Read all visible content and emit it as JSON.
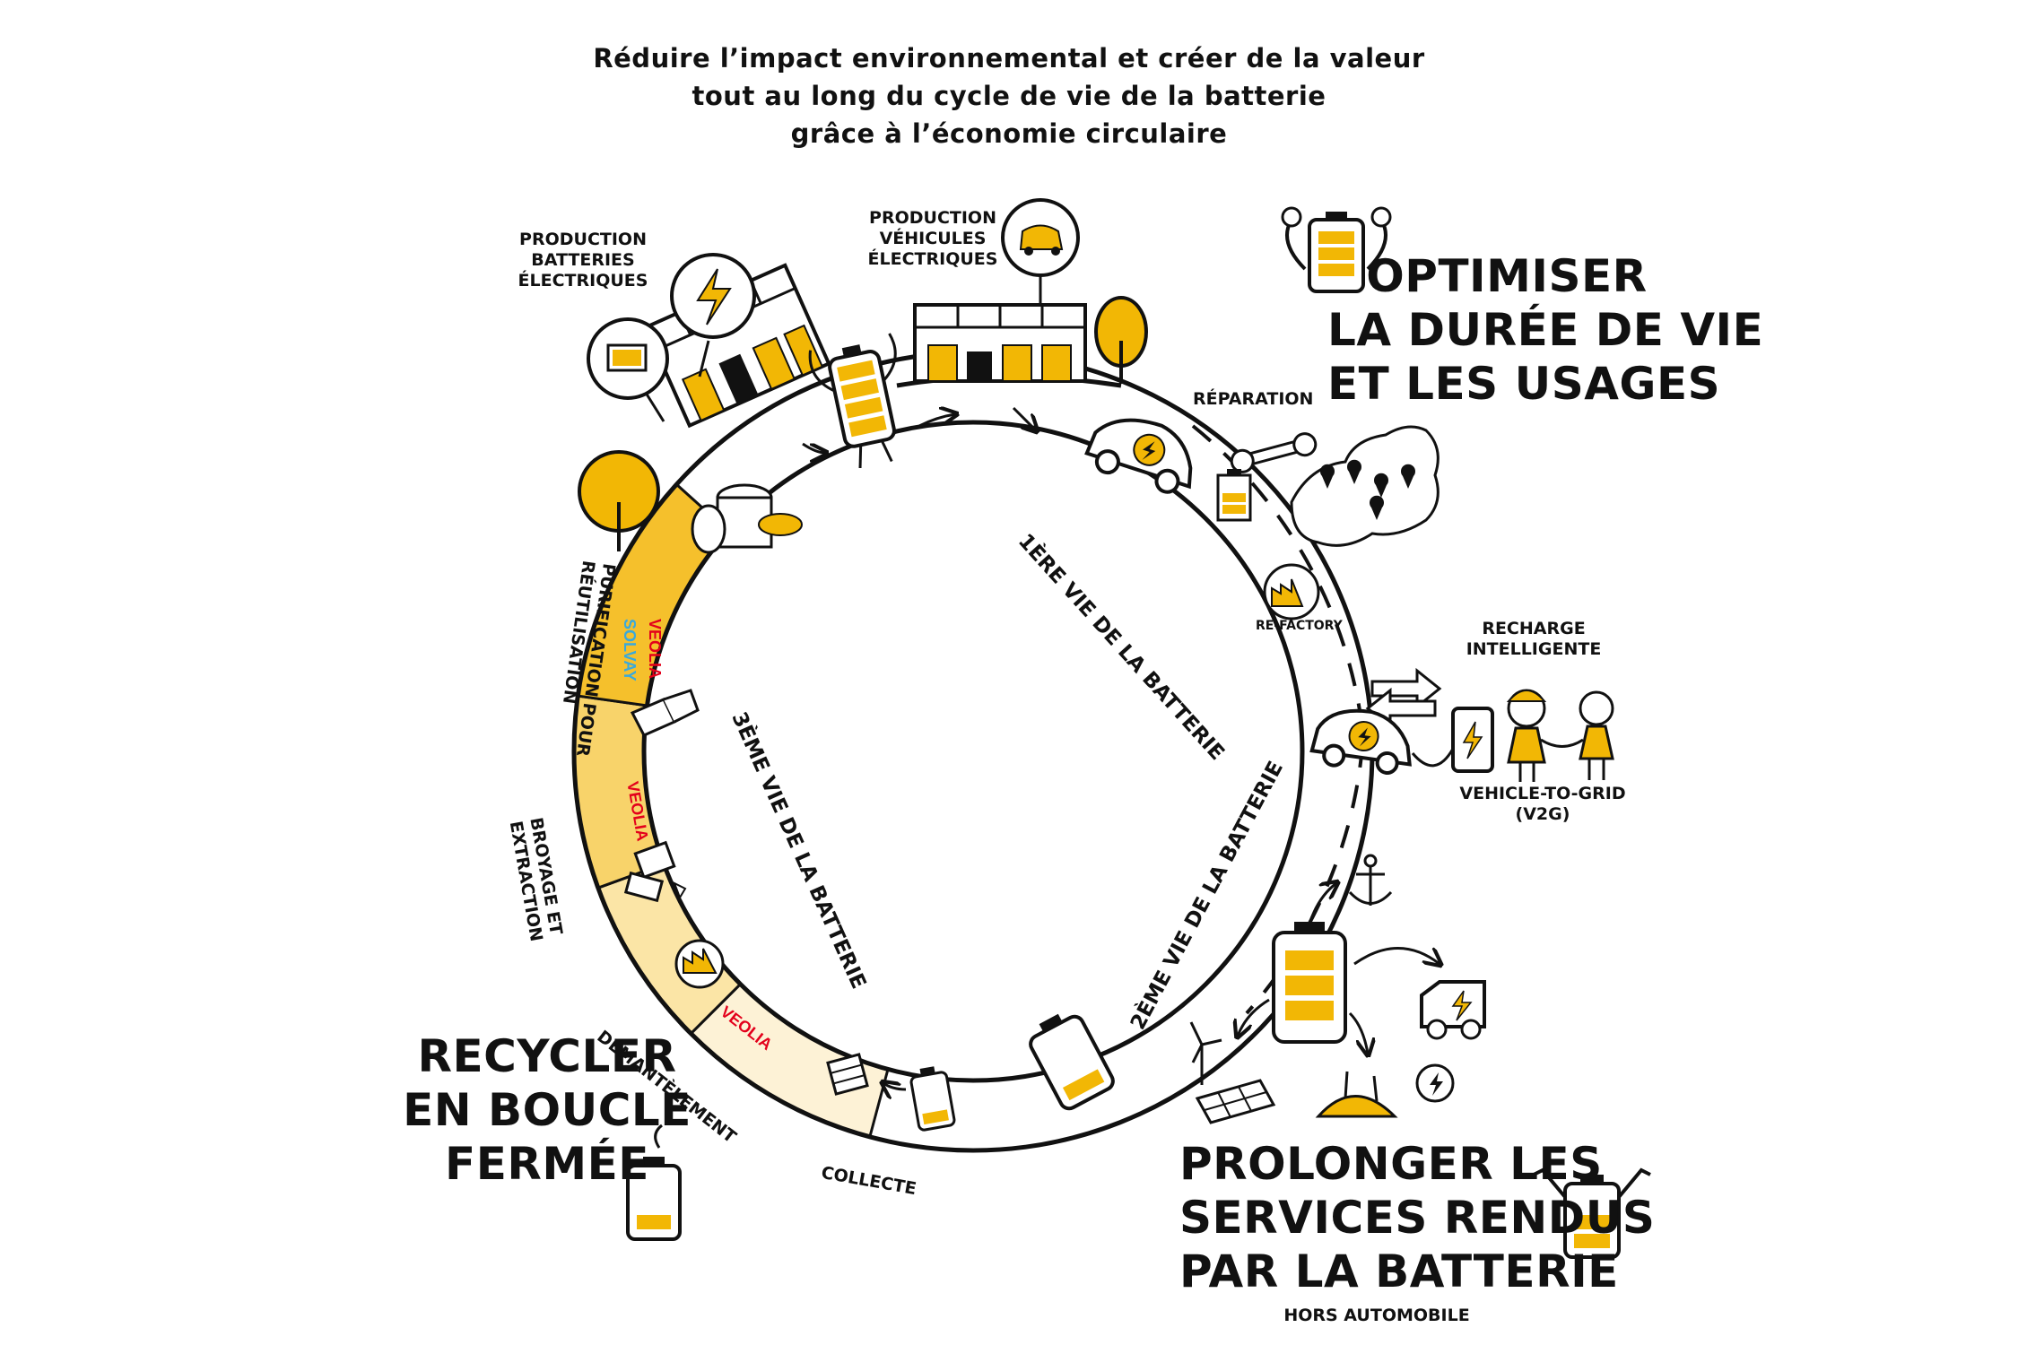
{
  "title": {
    "line1": "Réduire l’impact environnemental et créer de la valeur",
    "line2": "tout au long du cycle de vie de la batterie",
    "line3": "grâce à l’économie circulaire"
  },
  "sections": {
    "optimiser": [
      "Optimiser",
      "la durée de vie",
      "et les usages"
    ],
    "prolonger": [
      "Prolonger les",
      "services rendus",
      "par la batterie"
    ],
    "prolonger_sub": "hors automobile",
    "recycler": [
      "Recycler",
      "en boucle",
      "fermée"
    ]
  },
  "stages": {
    "production_batteries": [
      "Production",
      "batteries",
      "électriques"
    ],
    "production_vehicules": [
      "Production",
      "véhicules",
      "électriques"
    ],
    "reparation": "Réparation",
    "refactory": "RE-FACTORY",
    "recharge": [
      "Recharge",
      "intelligente"
    ],
    "v2g": [
      "Vehicle-to-grid",
      "(V2G)"
    ],
    "collecte": "Collecte",
    "demantelement": "Démantèlement",
    "broyage": [
      "Broyage et",
      "extraction"
    ],
    "purification": [
      "Purification pour",
      "réutilisation"
    ]
  },
  "lives": {
    "first": "1ère vie de la batterie",
    "second": "2ème vie de la batterie",
    "third": "3ème vie de la batterie"
  },
  "partners": {
    "veolia": "VEOLIA",
    "solvay": "SOLVAY"
  },
  "colors": {
    "accent_yellow": "#f2b705",
    "segment_dark": "#f5c02c",
    "segment_mid": "#f8d36a",
    "segment_light": "#fbe5a6",
    "segment_pale": "#fdf2d6",
    "veolia_red": "#e3001b",
    "solvay_blue": "#39a9dc",
    "ink": "#111111"
  }
}
